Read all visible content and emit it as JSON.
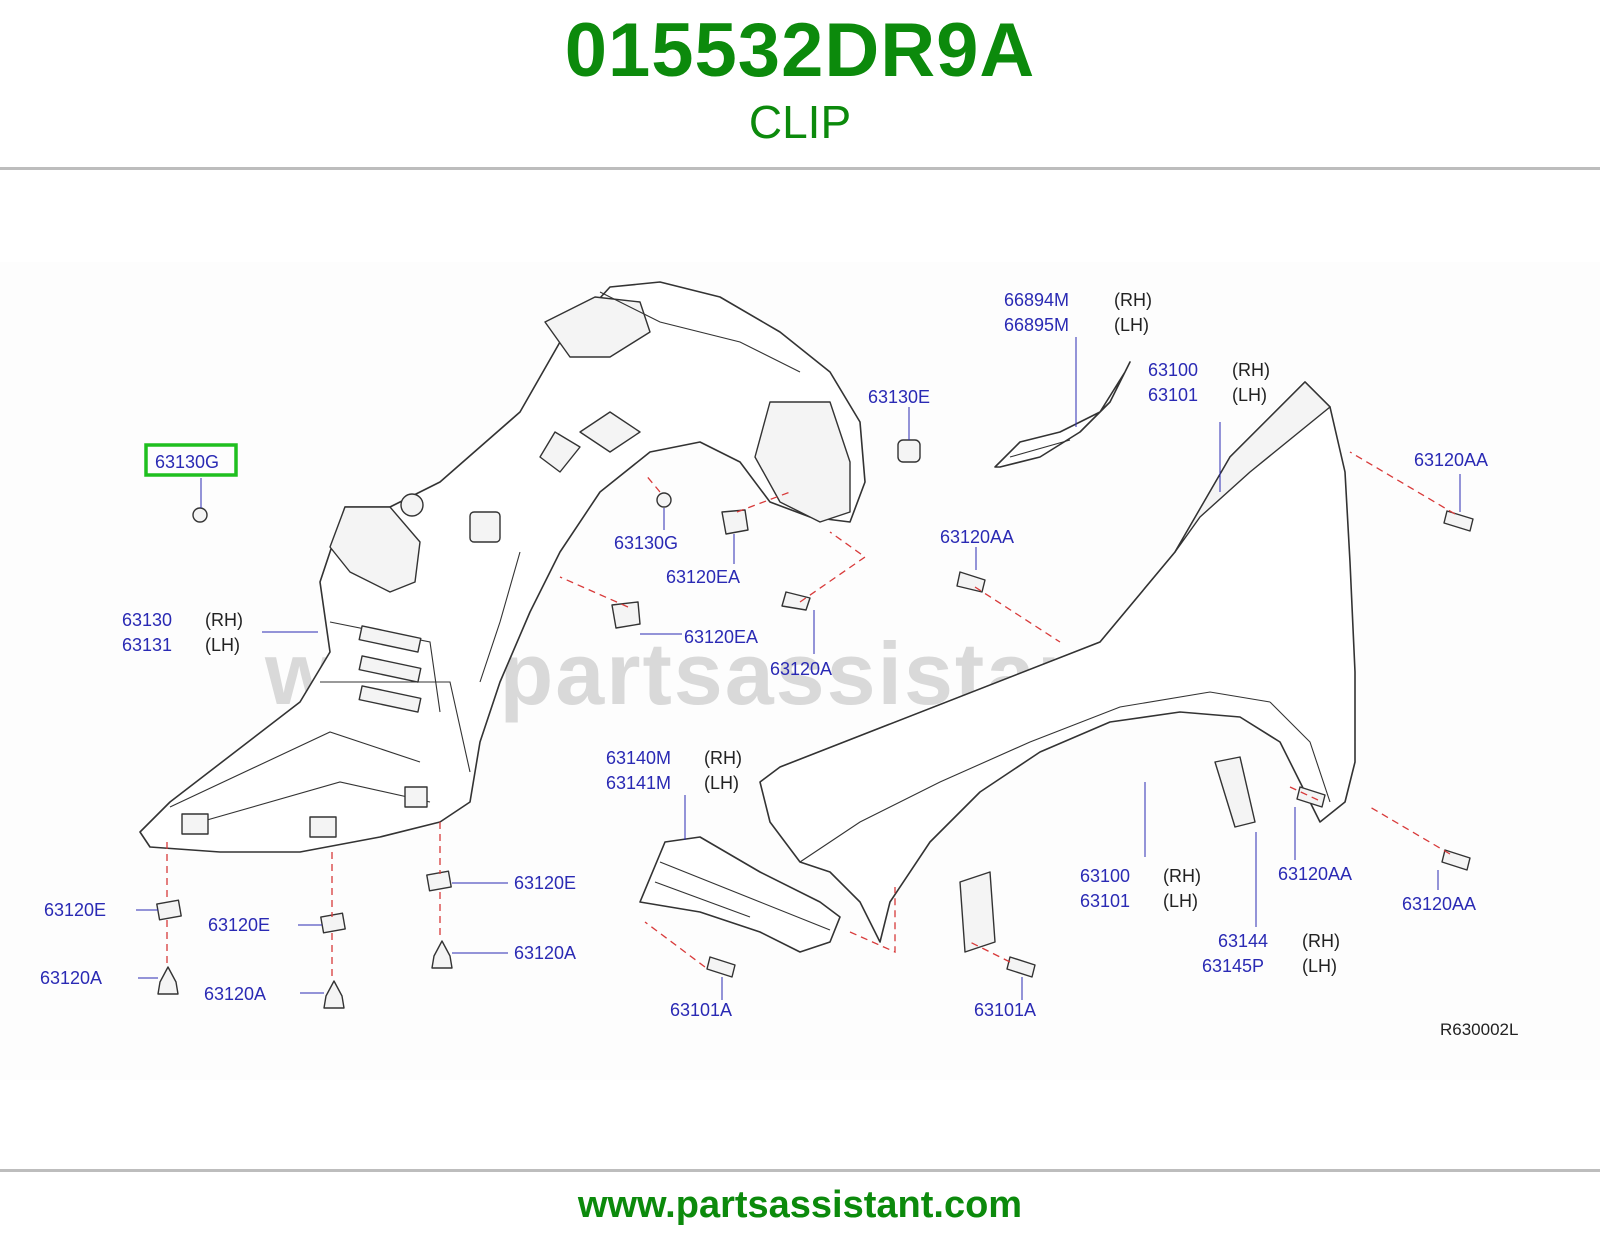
{
  "header": {
    "part_number": "015532DR9A",
    "part_name": "CLIP"
  },
  "footer": {
    "url": "www.partsassistant.com"
  },
  "diagram": {
    "watermark": "www.partsassistant.com",
    "reference_code": "R630002L",
    "highlight_color": "#1fbf1f",
    "title_color": "#0c8a0c",
    "label_color": "#2a2ab4",
    "callouts": [
      {
        "part": "63130G",
        "highlighted": true
      },
      {
        "part": "63130",
        "side": "(RH)"
      },
      {
        "part": "63131",
        "side": "(LH)"
      },
      {
        "part": "63130E"
      },
      {
        "part": "63130G"
      },
      {
        "part": "63120EA"
      },
      {
        "part": "63120EA"
      },
      {
        "part": "63120A"
      },
      {
        "part": "66894M",
        "side": "(RH)"
      },
      {
        "part": "66895M",
        "side": "(LH)"
      },
      {
        "part": "63100",
        "side": "(RH)"
      },
      {
        "part": "63101",
        "side": "(LH)"
      },
      {
        "part": "63120AA"
      },
      {
        "part": "63120AA"
      },
      {
        "part": "63140M",
        "side": "(RH)"
      },
      {
        "part": "63141M",
        "side": "(LH)"
      },
      {
        "part": "63120E"
      },
      {
        "part": "63120E"
      },
      {
        "part": "63120E"
      },
      {
        "part": "63120A"
      },
      {
        "part": "63120A"
      },
      {
        "part": "63120A"
      },
      {
        "part": "63101A"
      },
      {
        "part": "63101A"
      },
      {
        "part": "63100",
        "side": "(RH)"
      },
      {
        "part": "63101",
        "side": "(LH)"
      },
      {
        "part": "63144",
        "side": "(RH)"
      },
      {
        "part": "63145P",
        "side": "(LH)"
      },
      {
        "part": "63120AA"
      },
      {
        "part": "63120AA"
      }
    ]
  }
}
